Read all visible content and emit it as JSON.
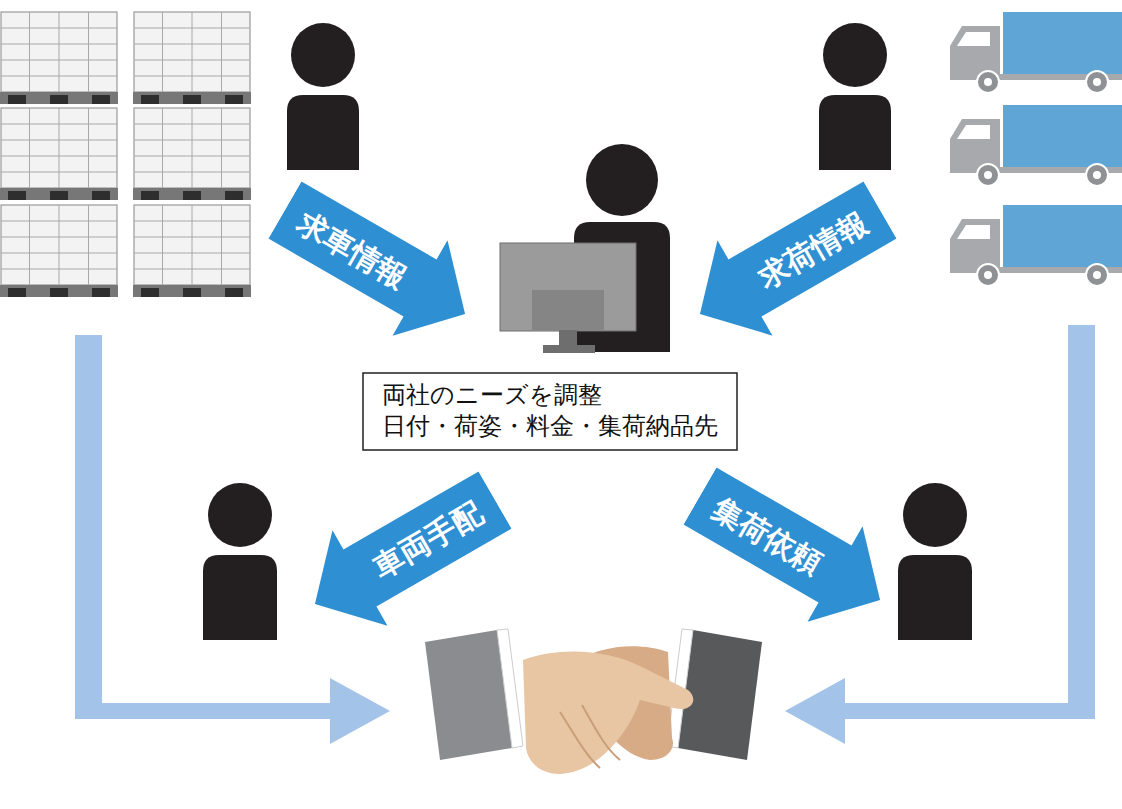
{
  "diagram": {
    "nodes": [
      {
        "text": [
          "求車情報"
        ]
      },
      {
        "text": [
          "求荷情報"
        ]
      },
      {
        "text": [
          "両社のニーズを調整",
          "日付・荷姿・料金・集荷納品先"
        ]
      },
      {
        "text": [
          "車両手配"
        ]
      },
      {
        "text": [
          "集荷依頼"
        ]
      }
    ]
  }
}
